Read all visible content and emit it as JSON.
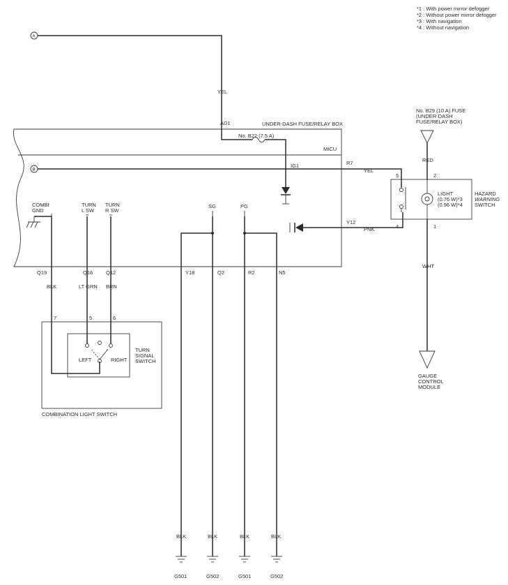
{
  "notes": [
    "*1 : With power mirror defogger",
    "*2 : Without power mirror defogger",
    "*3 : With navigation",
    "*4 : Without navigation"
  ],
  "connectors": {
    "a": "A",
    "b": "B"
  },
  "wires": {
    "yel_top": "YEL",
    "yel_mid": "YEL",
    "pnk": "PNK",
    "red": "RED",
    "wht": "WHT",
    "blk_q19": "BLK",
    "lt_grn": "LT GRN",
    "brn": "BRN",
    "ground_blk": [
      "BLK",
      "BLK",
      "BLK",
      "BLK"
    ]
  },
  "fuse_box": {
    "title": "UNDER-DASH FUSE/RELAY BOX",
    "micu": "MICU",
    "fuse_b22": "No. B22 (7.5 A)",
    "ig1": "IG1"
  },
  "terminals": {
    "ad1": "AD1",
    "r7": "R7",
    "y12": "Y12",
    "q19": "Q19",
    "q16": "Q16",
    "q12": "Q12",
    "y18": "Y18",
    "q2": "Q2",
    "r2": "R2",
    "n5": "N5"
  },
  "internal_labels": {
    "combi": "COMBI",
    "gnd": "GND",
    "turn_l": "TURN",
    "lsw": "L SW",
    "turn_r": "TURN",
    "rsw": "R SW",
    "sg": "SG",
    "pg": "PG"
  },
  "fuse_b29": [
    "No. B29 (10 A) FUSE",
    "(UNDER-DASH",
    "FUSE/RELAY BOX)"
  ],
  "hazard_switch": {
    "name": [
      "HAZARD",
      "WARNING",
      "SWITCH"
    ],
    "light": "LIGHT",
    "w1": "(0.76 W)*3",
    "w2": "(0.96 W)*4",
    "pin5": "5",
    "pin2": "2",
    "pin4": "4",
    "pin1": "1"
  },
  "gauge_module": [
    "GAUGE",
    "CONTROL",
    "MODULE"
  ],
  "combination_switch": {
    "title": "COMBINATION LIGHT SWITCH",
    "turn_signal": [
      "TURN",
      "SIGNAL",
      "SWITCH"
    ],
    "left": "LEFT",
    "right": "RIGHT",
    "pin7": "7",
    "pin5": "5",
    "pin6": "6"
  },
  "grounds": [
    "G501",
    "G502",
    "G501",
    "G502"
  ]
}
